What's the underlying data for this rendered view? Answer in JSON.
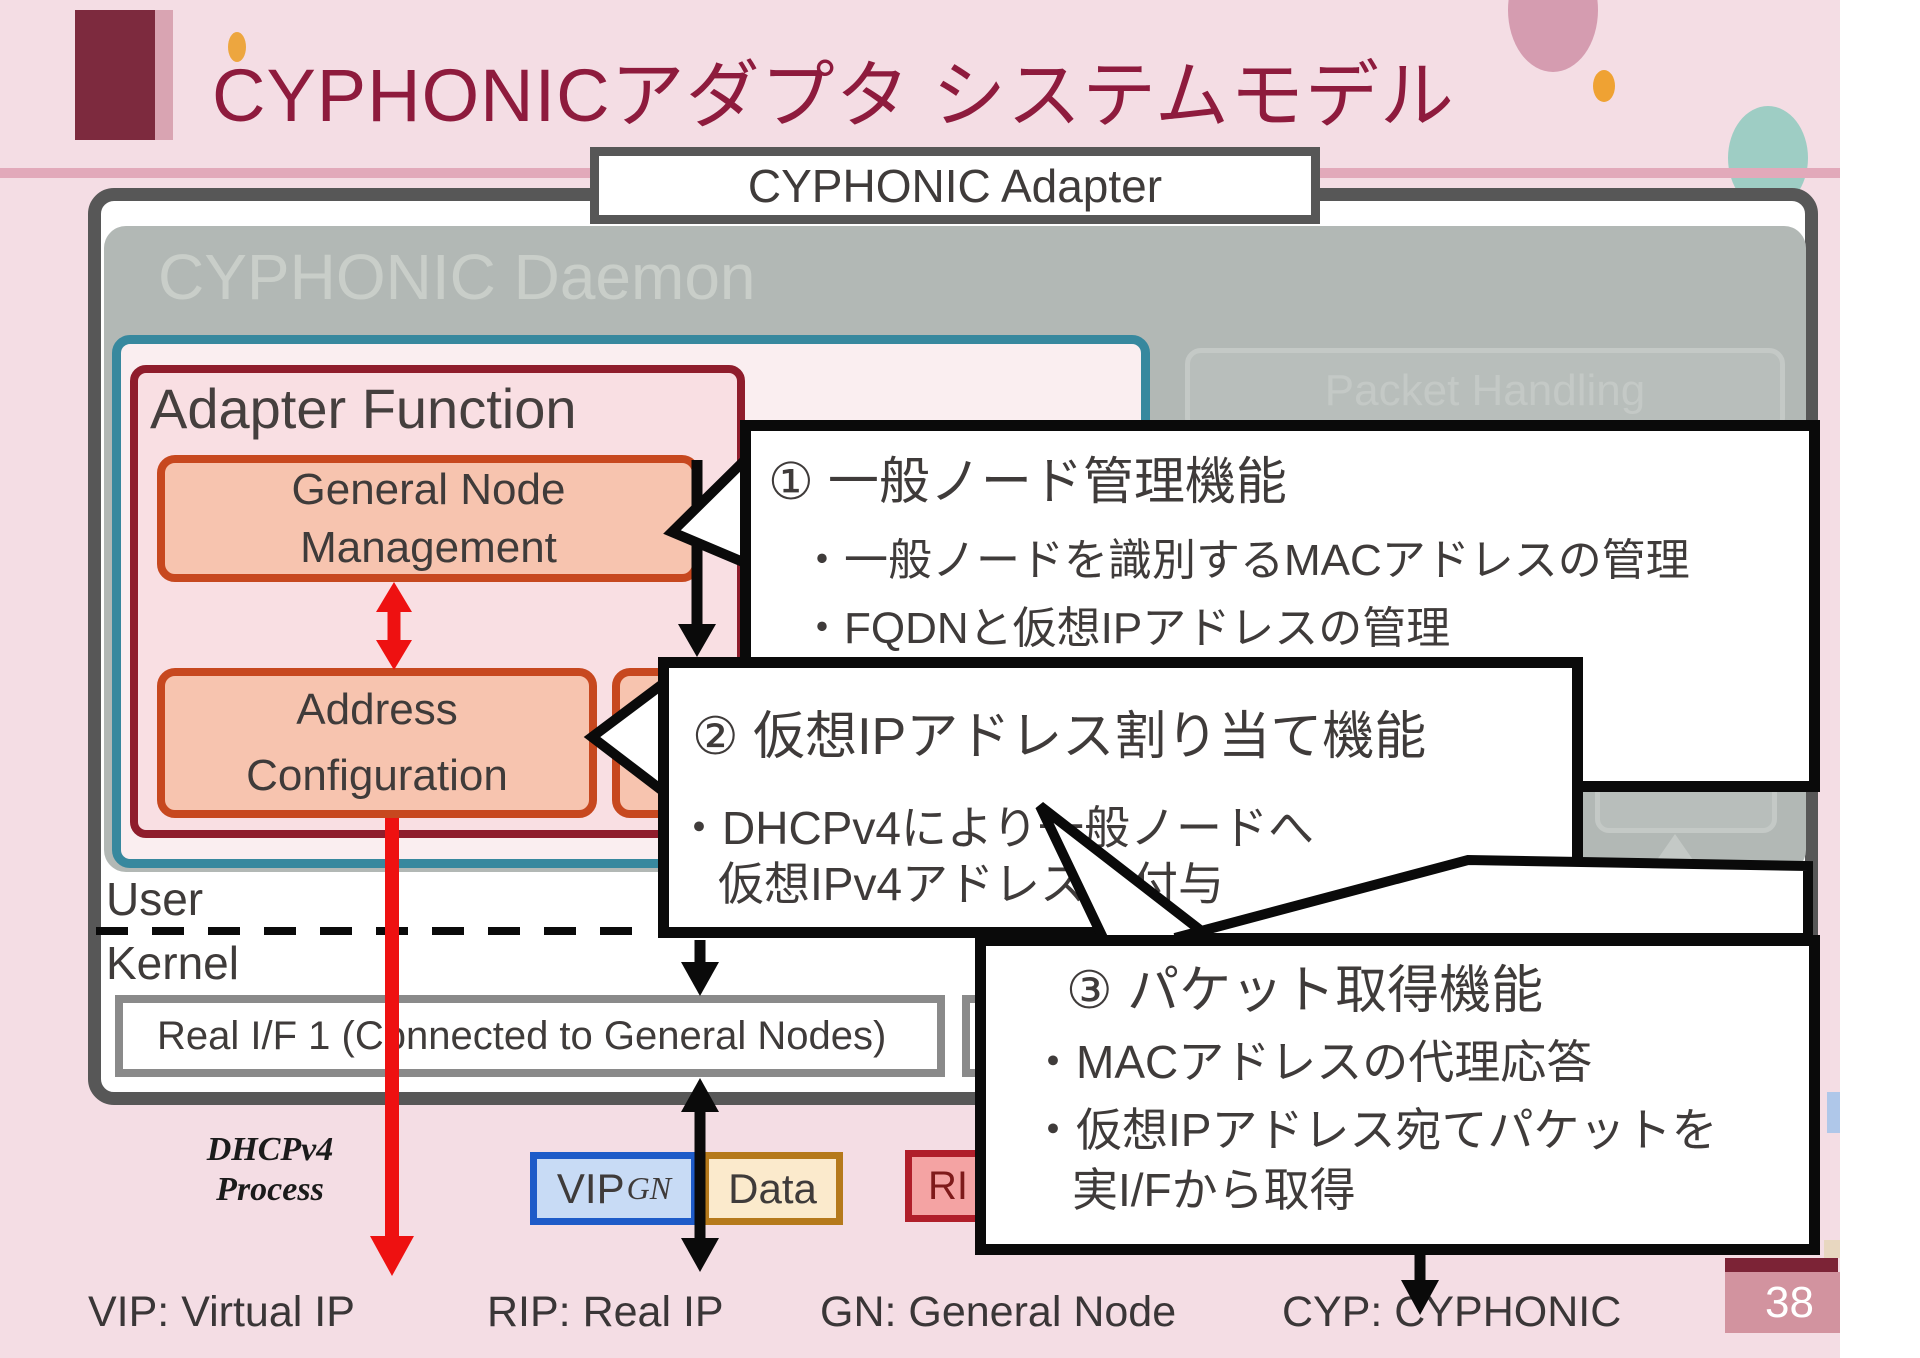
{
  "slide": {
    "title": "CYPHONICアダプタ システムモデル",
    "adapter_label": "CYPHONIC Adapter",
    "daemon_label": "CYPHONIC Daemon",
    "ghost_module_label": "Packet Handling",
    "adapter_function_label": "Adapter Function",
    "function_boxes": {
      "general_node": {
        "line1": "General Node",
        "line2": "Management"
      },
      "address_config": {
        "line1": "Address",
        "line2": "Configuration"
      }
    },
    "layers": {
      "user": "User",
      "kernel": "Kernel"
    },
    "real_if_label": "Real I/F 1 (Connected to General Nodes)",
    "dhcp_process": {
      "line1": "DHCPv4",
      "line2": "Process"
    },
    "packets": {
      "vip": "VIP",
      "vip_sub": "GN",
      "data": "Data",
      "rip": "RI"
    },
    "callouts": [
      {
        "title": "① 一般ノード管理機能",
        "b1": "・一般ノードを識別するMACアドレスの管理",
        "b2": "・FQDNと仮想IPアドレスの管理"
      },
      {
        "title": "② 仮想IPアドレス割り当て機能",
        "b1": "・DHCPv4により一般ノードへ",
        "b1cont": "仮想IPv4アドレスを付与"
      },
      {
        "title": "③ パケット取得機能",
        "b1": "・MACアドレスの代理応答",
        "b2": "・仮想IPアドレス宛てパケットを",
        "b2cont": "実I/Fから取得"
      }
    ],
    "legend": {
      "vip": "VIP: Virtual IP",
      "rip": "RIP: Real IP",
      "gn": "GN: General Node",
      "cyp": "CYP: CYPHONIC"
    },
    "page_number": "38",
    "colors": {
      "background_pink": "#F4DDE4",
      "title_maroon": "#8E1B3D",
      "sidebar_maroon": "#7D2A3E",
      "accent_mauve": "#D9A4B2",
      "outer_border_gray": "#575757",
      "daemon_gray": "#B2B8B5",
      "teal_border": "#37889E",
      "adapter_fn_border": "#8F1D2C",
      "function_box_border": "#C7481F",
      "function_box_fill": "#F7C4AF",
      "arrow_red": "#EE1111",
      "callout_border": "#0A0A0A",
      "vip_blue": "#1E5BC8",
      "data_tan": "#B5791B",
      "rip_red": "#B01E2A",
      "page_box_pink": "#D2939F",
      "page_strip_maroon": "#7C2336"
    }
  }
}
